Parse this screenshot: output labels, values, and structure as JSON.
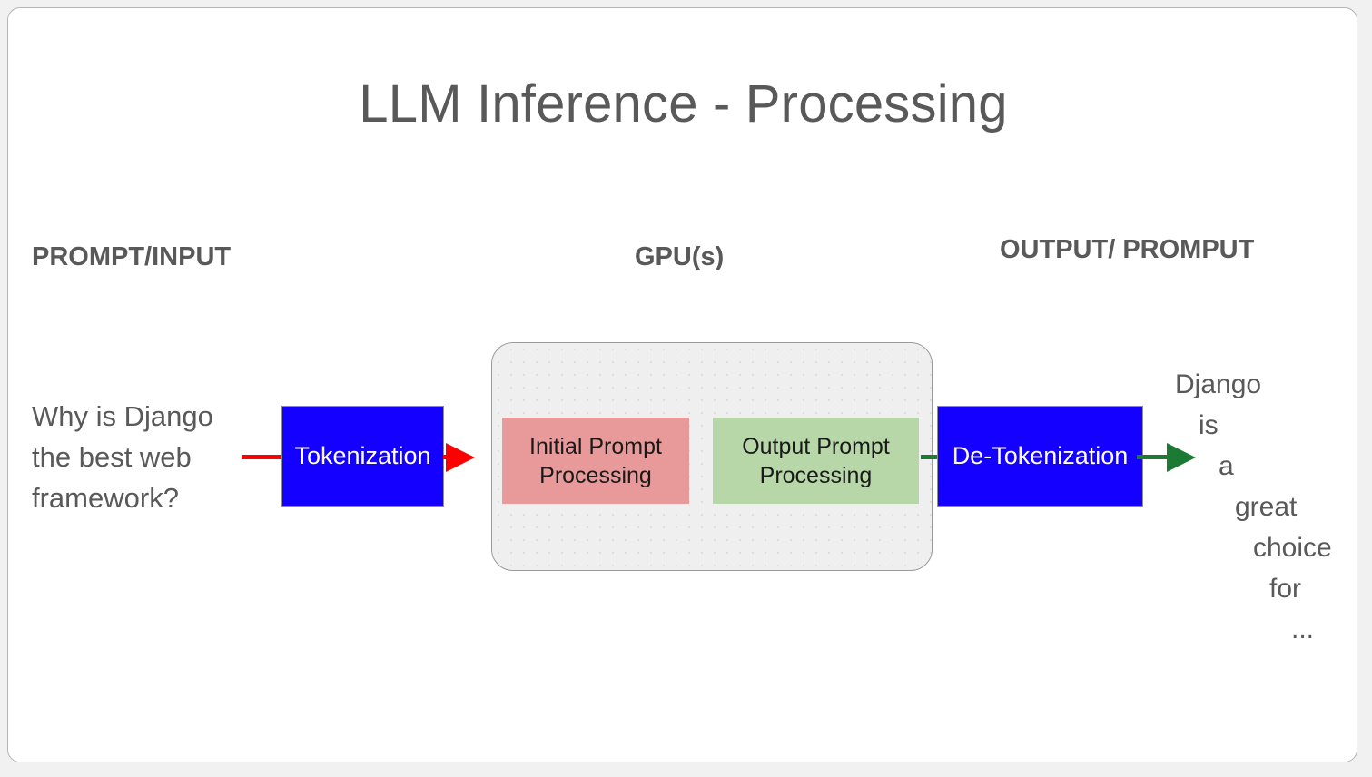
{
  "slide": {
    "title": "LLM Inference - Processing",
    "background_color": "#ffffff",
    "page_background_color": "#f1f1f1"
  },
  "headings": {
    "left": "PROMPT/INPUT",
    "center": "GPU(s)",
    "right": "OUTPUT/ PROMPUT",
    "color": "#595959"
  },
  "input": {
    "prompt_text": "Why is Django the best web framework?"
  },
  "pipeline": {
    "tokenization_label": "Tokenization",
    "detokenization_label": "De-Tokenization",
    "box_color": "#1400ff",
    "box_text_color": "#ffffff"
  },
  "gpu": {
    "container_color": "#efefef",
    "stages": [
      {
        "label": "Initial Prompt Processing",
        "line1": "Initial Prompt",
        "line2": "Processing",
        "color": "#e89a9a"
      },
      {
        "label": "Output Prompt Processing",
        "line1": "Output Prompt",
        "line2": "Processing",
        "color": "#b7d7a8"
      }
    ]
  },
  "output": {
    "words": [
      "Django",
      "is",
      "a",
      "great",
      "choice",
      "for",
      "..."
    ],
    "color": "#595959"
  },
  "connectors": {
    "input_arrow_color": "#ff0000",
    "output_arrow_color": "#1d7a35"
  }
}
